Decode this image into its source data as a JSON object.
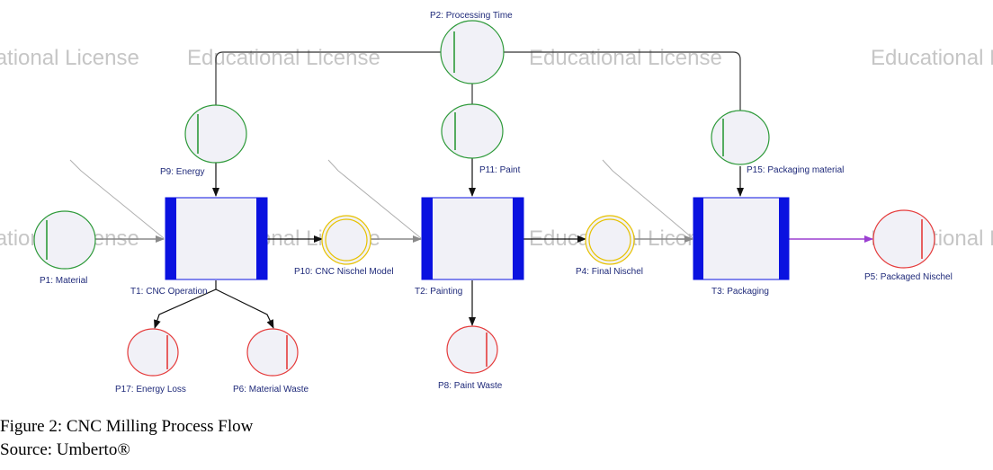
{
  "watermark": "Educational License",
  "places": {
    "p1": "P1: Material",
    "p2": "P2: Processing Time",
    "p4": "P4: Final Nischel",
    "p5": "P5: Packaged Nischel",
    "p6": "P6: Material Waste",
    "p8": "P8: Paint Waste",
    "p9": "P9: Energy",
    "p10": "P10: CNC Nischel Model",
    "p11": "P11: Paint",
    "p15": "P15: Packaging material",
    "p17": "P17: Energy Loss"
  },
  "transitions": {
    "t1": "T1: CNC Operation",
    "t2": "T2: Painting",
    "t3": "T3: Packaging"
  },
  "colors": {
    "input_place": "#2e9a3a",
    "output_place": "#e53b3b",
    "intermediate_place": "#e7c200",
    "transition": "#0a12e0",
    "product_arrow": "#9b3fd1"
  },
  "caption": {
    "figure": "Figure 2: CNC Milling Process Flow",
    "source": "Source: Umberto®"
  }
}
